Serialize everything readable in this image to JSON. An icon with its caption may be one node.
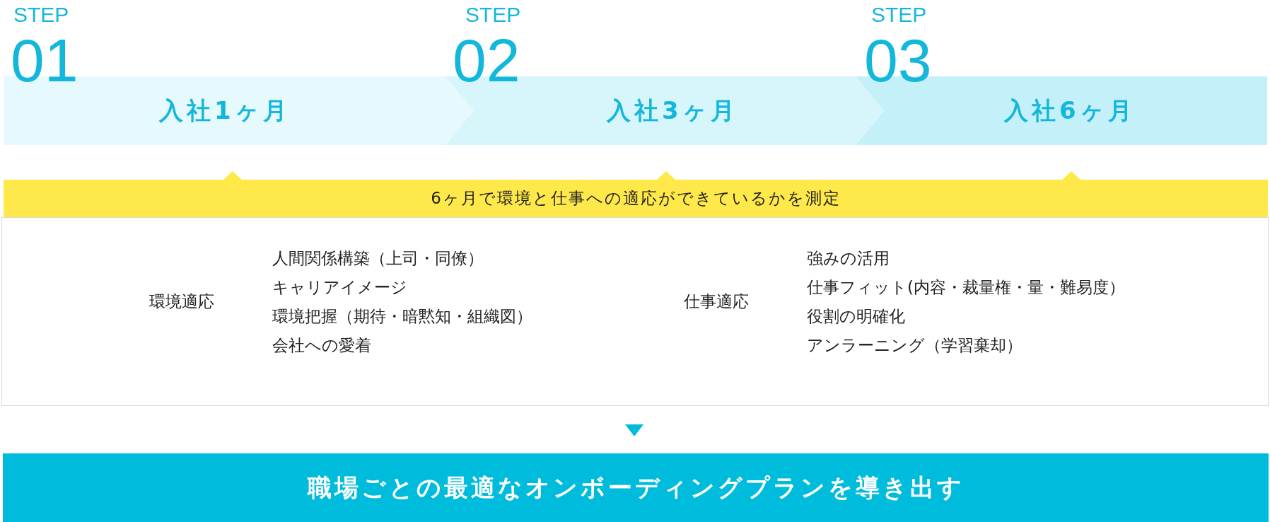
{
  "diagram": {
    "nodes": [
      {
        "text": [
          "STEP",
          "01",
          "入社1ヶ月"
        ]
      },
      {
        "text": [
          "STEP",
          "02",
          "入社3ヶ月"
        ]
      },
      {
        "text": [
          "STEP",
          "03",
          "入社6ヶ月"
        ]
      },
      {
        "text": [
          "6ヶ月で環境と仕事への適応ができているかを測定"
        ]
      },
      {
        "text": [
          "環境適応",
          "人間関係構築（上司・同僚）",
          "キャリアイメージ",
          "環境把握（期待・暗黙知・組織図）",
          "会社への愛着",
          "仕事適応",
          "強みの活用",
          "仕事フィット(内容・裁量権・量・難易度）",
          "役割の明確化",
          "アンラーニング（学習棄却）"
        ]
      },
      {
        "text": [
          "職場ごとの最適なオンボーディングプランを導き出す"
        ]
      }
    ],
    "edges": [
      {
        "from": 4,
        "to": 5,
        "arrow": "to"
      }
    ]
  }
}
